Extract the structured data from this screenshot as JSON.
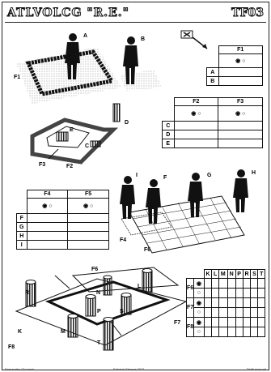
{
  "header": {
    "title": "ATLVOLCG \"R.E.\"",
    "code": "TF03"
  },
  "figure_labels": {
    "A": "A",
    "B": "B",
    "F1": "F1",
    "E": "E",
    "D": "D",
    "C": "C",
    "F3": "F3",
    "F2": "F2",
    "I": "I",
    "F": "F",
    "G": "G",
    "H": "H",
    "F4": "F4",
    "F6": "F6",
    "R": "R",
    "L": "L",
    "N": "N",
    "P": "P",
    "S": "S",
    "K": "K",
    "M": "M",
    "T": "T",
    "F7": "F7",
    "F8": "F8"
  },
  "table1": {
    "header": "F1",
    "rows": [
      "A",
      "B"
    ]
  },
  "table2": {
    "headers": [
      "F2",
      "F3"
    ],
    "rows": [
      "C",
      "D",
      "E"
    ]
  },
  "table3": {
    "headers": [
      "F4",
      "F5"
    ],
    "rows": [
      "F",
      "G",
      "H",
      "I"
    ]
  },
  "table4": {
    "columns": [
      "K",
      "L",
      "M",
      "N",
      "P",
      "R",
      "S",
      "T"
    ],
    "row_groups": [
      "F6",
      "F7",
      "F8"
    ]
  },
  "footer": {
    "left": "Fernandes Giovanni",
    "center": "Edizioni Simone 2021",
    "right": "Diritti riservati"
  }
}
